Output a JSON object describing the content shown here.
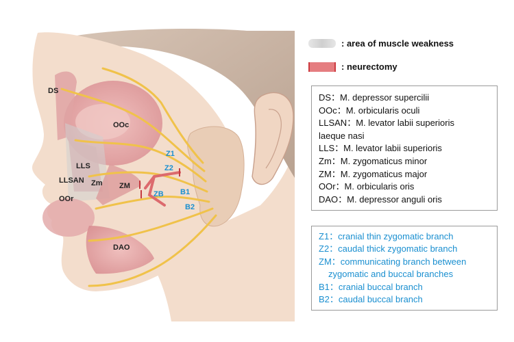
{
  "legend": {
    "weakness": ": area of muscle weakness",
    "neurectomy": ": neurectomy"
  },
  "muscles_box": {
    "lines": [
      "DS：M. depressor supercilii",
      "OOc：M. orbicularis oculi",
      "LLSAN：M. levator labii superioris",
      "laeque nasi",
      "LLS：M. levator labii superioris",
      "Zm：M. zygomaticus minor",
      "ZM：M. zygomaticus major",
      "OOr：M. orbicularis oris",
      "DAO：M. depressor anguli oris"
    ]
  },
  "nerves_box": {
    "lines": [
      "Z1：cranial thin zygomatic branch",
      "Z2：caudal thick zygomatic branch",
      "ZM：communicating branch between",
      "zygomatic and buccal branches",
      "B1：cranial buccal branch",
      "B2：caudal buccal branch"
    ]
  },
  "labels": {
    "ds": "DS",
    "ooc": "OOc",
    "lls": "LLS",
    "llsan": "LLSAN",
    "zm_minor": "Zm",
    "zm_major": "ZM",
    "oor": "OOr",
    "dao": "DAO",
    "z1": "Z1",
    "z2": "Z2",
    "zb": "ZB",
    "b1": "B1",
    "b2": "B2"
  },
  "colors": {
    "skin": "#f3ddcc",
    "hair": "#cbb6a6",
    "muscle": "#e2a3a3",
    "nerve": "#f0c24a",
    "neurectomy": "#e57d80",
    "gland": "#e9cdb6",
    "blue_text": "#1a8fd0"
  }
}
